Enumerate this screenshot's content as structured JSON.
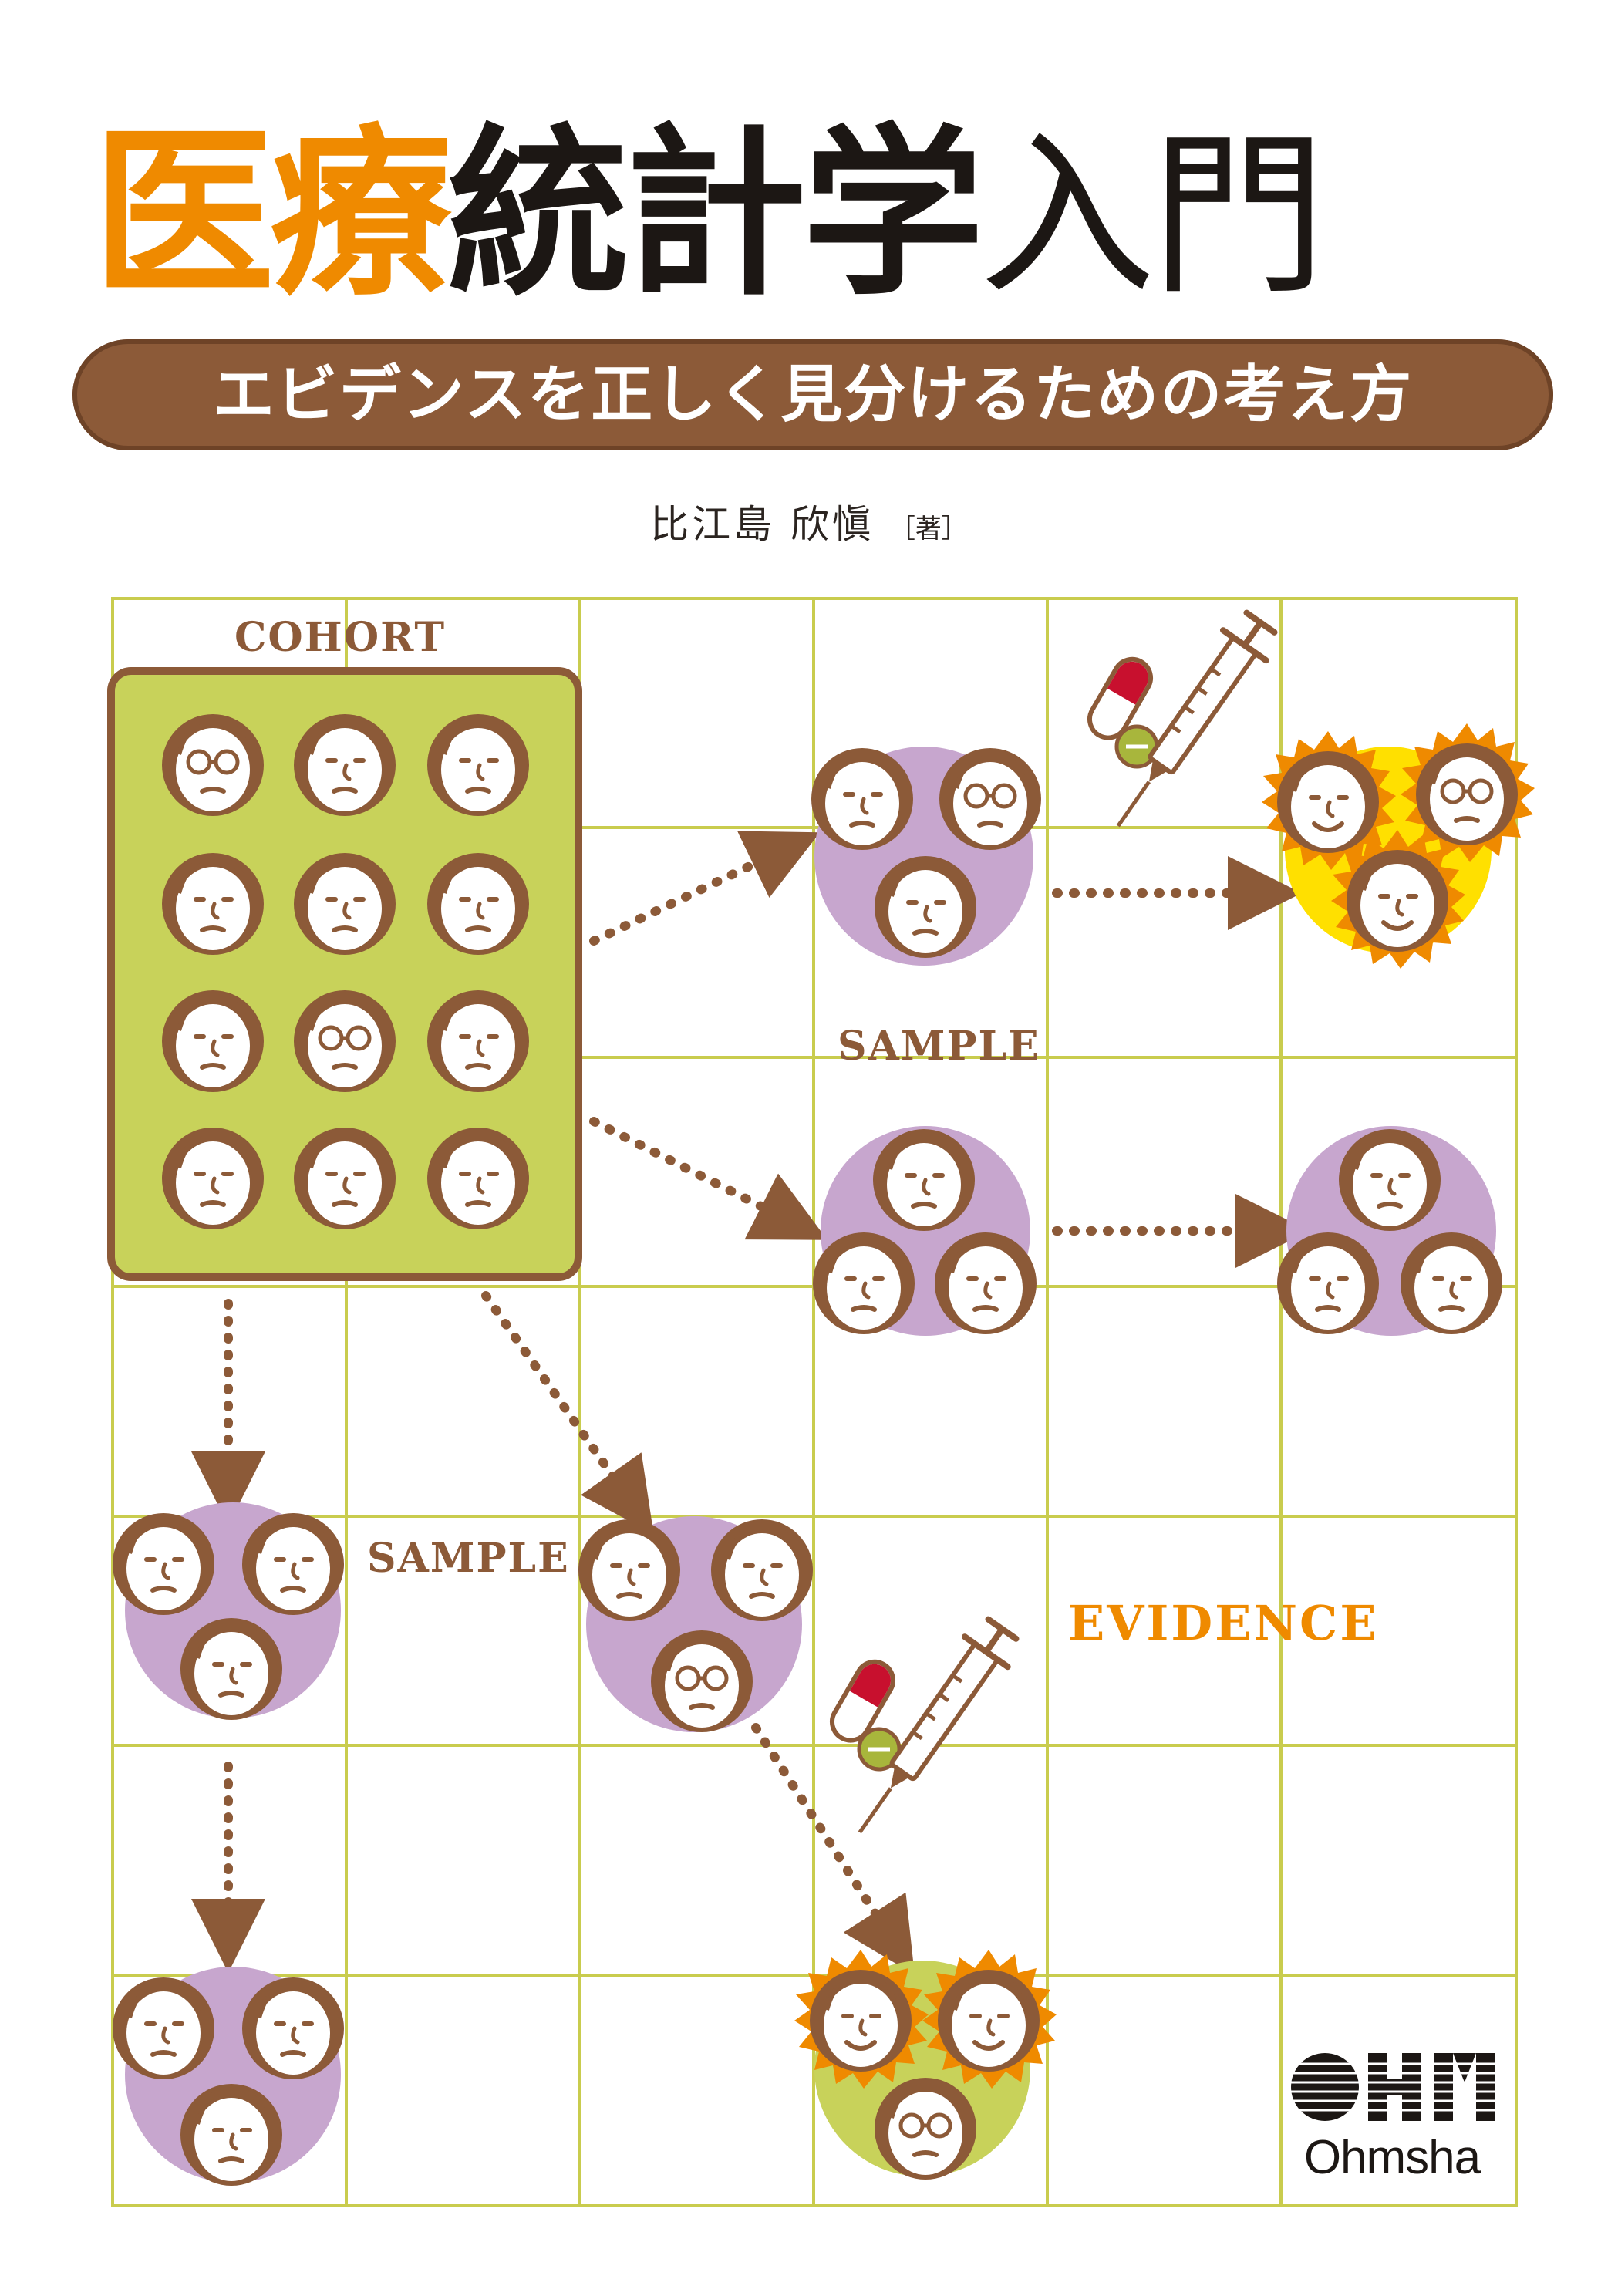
{
  "cover": {
    "title_part1": "医療",
    "title_part2": "統計学",
    "title_part3": "入門",
    "subtitle": "エビデンスを正しく見分けるための考え方",
    "author_name": "比江島 欣愼",
    "author_role": "［著］"
  },
  "labels": {
    "cohort": "COHORT",
    "sample_top": "SAMPLE",
    "sample_left": "SAMPLE",
    "evidence": "EVIDENCE"
  },
  "publisher": {
    "logo_name": "Ohmsha",
    "logo_mark": "OHM"
  },
  "colors": {
    "orange": "#ef8a00",
    "brown": "#8c5a38",
    "grid": "#c9cc4e",
    "cohort_green": "#c8d25a",
    "sample_purple": "#c7a6ce",
    "outcome_yellow": "#ffe000",
    "treated_green": "#c8d25a"
  },
  "icons": [
    "face-icon",
    "pill-icon",
    "syringe-icon",
    "dotted-arrow-icon"
  ]
}
